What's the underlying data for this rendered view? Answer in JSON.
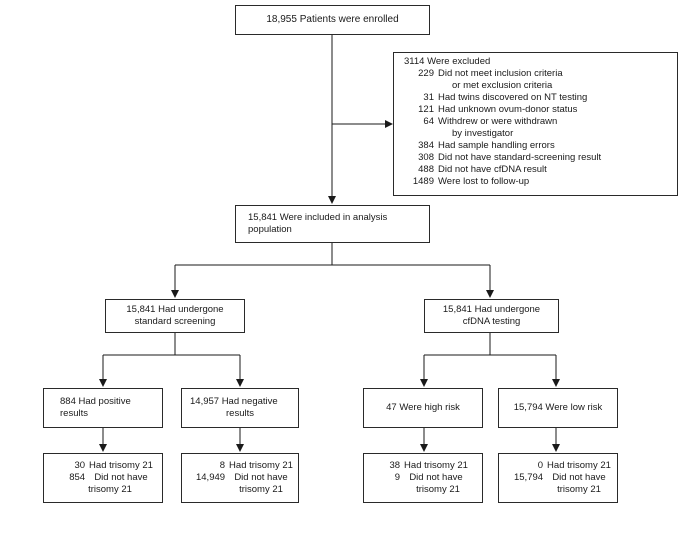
{
  "enrolled": "18,955 Patients were enrolled",
  "excluded": {
    "header": "3114 Were excluded",
    "items": [
      {
        "num": "229",
        "text": "Did not meet inclusion criteria",
        "cont": "or met exclusion criteria"
      },
      {
        "num": "31",
        "text": "Had twins discovered on NT testing",
        "cont": ""
      },
      {
        "num": "121",
        "text": "Had unknown ovum-donor status",
        "cont": ""
      },
      {
        "num": "64",
        "text": "Withdrew or were withdrawn",
        "cont": "by investigator"
      },
      {
        "num": "384",
        "text": "Had sample handling errors",
        "cont": ""
      },
      {
        "num": "308",
        "text": "Did not have standard-screening result",
        "cont": ""
      },
      {
        "num": "488",
        "text": "Did not have cfDNA result",
        "cont": ""
      },
      {
        "num": "1489",
        "text": "Were lost to follow-up",
        "cont": ""
      }
    ]
  },
  "included": {
    "line1": "15,841 Were included in analysis",
    "line2": "population"
  },
  "standard": {
    "line1": "15,841 Had undergone",
    "line2": "standard screening"
  },
  "cfdna": {
    "line1": "15,841 Had undergone",
    "line2": "cfDNA testing"
  },
  "pos": {
    "line1": "884 Had positive",
    "line2": "results"
  },
  "neg": {
    "line1": "14,957 Had negative",
    "line2": "results"
  },
  "high": {
    "line1": "47 Were high risk"
  },
  "low": {
    "line1": "15,794 Were low risk"
  },
  "outcomes": {
    "pos": {
      "a_num": "30",
      "a_txt": "Had trisomy 21",
      "b_num": "854",
      "b_txt": "Did not have",
      "b_cont": "trisomy 21"
    },
    "neg": {
      "a_num": "8",
      "a_txt": "Had trisomy 21",
      "b_num": "14,949",
      "b_txt": "Did not have",
      "b_cont": "trisomy 21"
    },
    "high": {
      "a_num": "38",
      "a_txt": "Had trisomy 21",
      "b_num": "9",
      "b_txt": "Did not have",
      "b_cont": "trisomy 21"
    },
    "low": {
      "a_num": "0",
      "a_txt": "Had trisomy 21",
      "b_num": "15,794",
      "b_txt": "Did not have",
      "b_cont": "trisomy 21"
    }
  }
}
